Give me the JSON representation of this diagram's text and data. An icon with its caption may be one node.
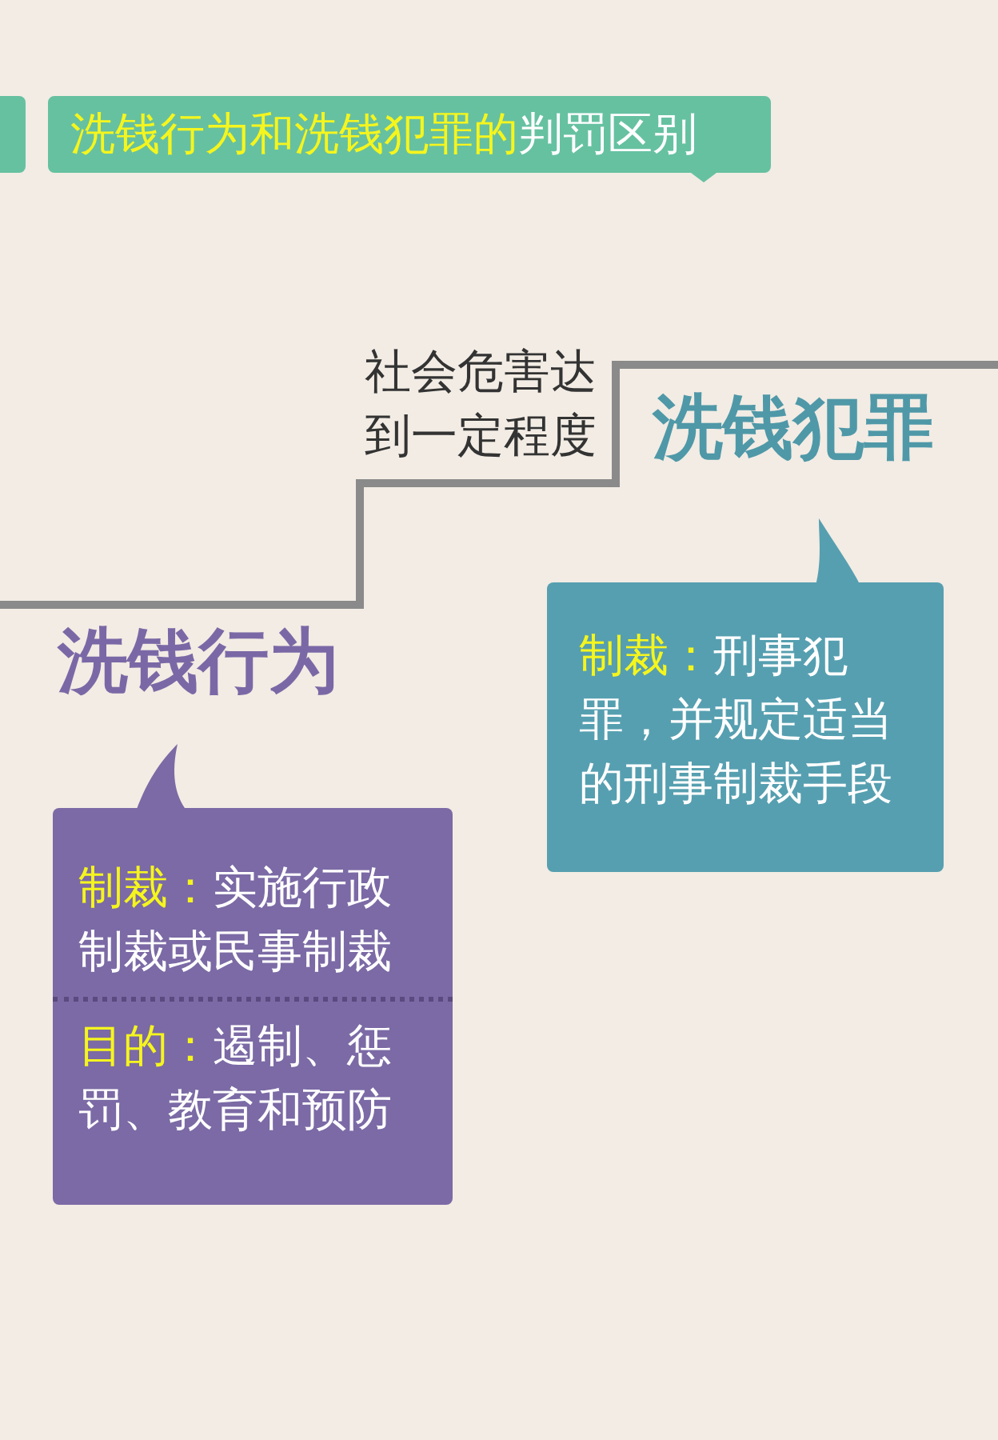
{
  "diagram": {
    "title": "**洗钱行为和洗钱犯罪的**判罚区别",
    "nodes": [
      {
        "text": [
          "**制裁：**实施行政制裁或民事制裁",
          "**目的：**遏制、惩罚、教育和预防"
        ]
      },
      {
        "text": [
          "**制裁：**刑事犯罪，并规定适当的刑事制裁手段"
        ]
      }
    ],
    "labels": [
      "社会危害达到一定程度",
      "洗钱犯罪",
      "洗钱行为"
    ]
  }
}
